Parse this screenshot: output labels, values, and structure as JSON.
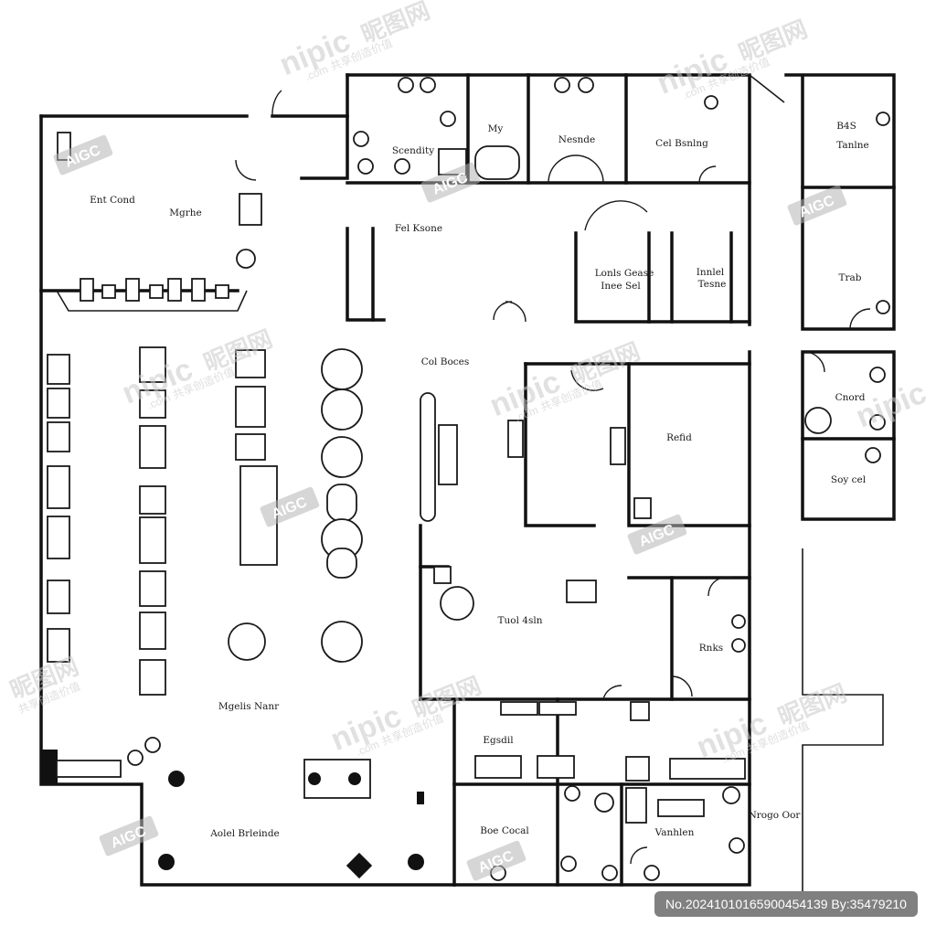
{
  "rooms": [
    {
      "label": "Ent Cond"
    },
    {
      "label": "Mgrhe"
    },
    {
      "label": "Scendity"
    },
    {
      "label": "My"
    },
    {
      "label": "Nesnde"
    },
    {
      "label": "Cel Bsnlng"
    },
    {
      "label": "B4S"
    },
    {
      "label": "Tanlne"
    },
    {
      "label": "Fel Ksone"
    },
    {
      "label": "Lonls Gease"
    },
    {
      "label": "Inee Sel"
    },
    {
      "label": "Innlel"
    },
    {
      "label": "Tesne"
    },
    {
      "label": "Trab"
    },
    {
      "label": "Col Boces"
    },
    {
      "label": "Cnord"
    },
    {
      "label": "Refid"
    },
    {
      "label": "Soy cel"
    },
    {
      "label": "Tuol 4sln"
    },
    {
      "label": "Rnks"
    },
    {
      "label": "Mgelis Nanr"
    },
    {
      "label": "Egsdil"
    },
    {
      "label": "Boe Cocal"
    },
    {
      "label": "Vanhlen"
    },
    {
      "label": "Nrogo Oor"
    },
    {
      "label": "Aolel Brleinde"
    }
  ],
  "watermark": {
    "brand": "nipic",
    "brand_cn": "昵图网",
    "domain": ".com",
    "slogan": "共享创造价值",
    "badge": "AIGC"
  },
  "footer": {
    "id_text": "No.20241010165900454139 By:35479210"
  }
}
